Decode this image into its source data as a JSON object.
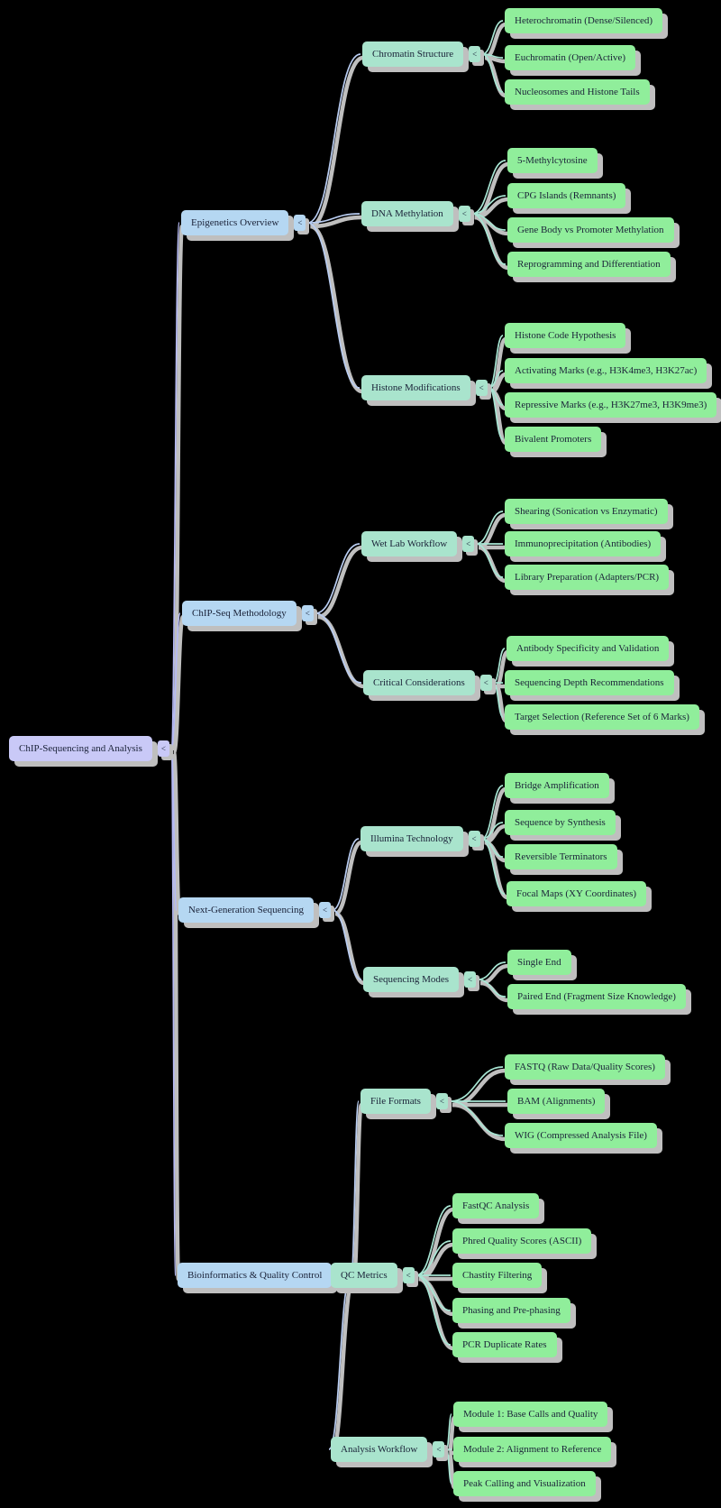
{
  "ui": {
    "collapse_glyph": "<",
    "colors": {
      "background": "#000000",
      "root_fill": "#c9c9f7",
      "branch_fill": "#b5d7f2",
      "subbranch_fill": "#a9e4cd",
      "leaf_fill": "#90ee9b",
      "text": "#1a2238",
      "shadow": "#bfbfbf",
      "edge_root": "#b6baf5",
      "edge_branch": "#b9cdf2",
      "edge_subbranch": "#a8e6d4"
    }
  },
  "mindmap": {
    "root": {
      "label": "ChIP-Sequencing and Analysis",
      "children": [
        {
          "label": "Epigenetics Overview",
          "children": [
            {
              "label": "Chromatin Structure",
              "children": [
                {
                  "label": "Heterochromatin (Dense/Silenced)"
                },
                {
                  "label": "Euchromatin (Open/Active)"
                },
                {
                  "label": "Nucleosomes and Histone Tails"
                }
              ]
            },
            {
              "label": "DNA Methylation",
              "children": [
                {
                  "label": "5-Methylcytosine"
                },
                {
                  "label": "CPG Islands (Remnants)"
                },
                {
                  "label": "Gene Body vs Promoter Methylation"
                },
                {
                  "label": "Reprogramming and Differentiation"
                }
              ]
            },
            {
              "label": "Histone Modifications",
              "children": [
                {
                  "label": "Histone Code Hypothesis"
                },
                {
                  "label": "Activating Marks (e.g., H3K4me3, H3K27ac)"
                },
                {
                  "label": "Repressive Marks (e.g., H3K27me3, H3K9me3)"
                },
                {
                  "label": "Bivalent Promoters"
                }
              ]
            }
          ]
        },
        {
          "label": "ChIP-Seq Methodology",
          "children": [
            {
              "label": "Wet Lab Workflow",
              "children": [
                {
                  "label": "Shearing (Sonication vs Enzymatic)"
                },
                {
                  "label": "Immunoprecipitation (Antibodies)"
                },
                {
                  "label": "Library Preparation (Adapters/PCR)"
                }
              ]
            },
            {
              "label": "Critical Considerations",
              "children": [
                {
                  "label": "Antibody Specificity and Validation"
                },
                {
                  "label": "Sequencing Depth Recommendations"
                },
                {
                  "label": "Target Selection (Reference Set of 6 Marks)"
                }
              ]
            }
          ]
        },
        {
          "label": "Next-Generation Sequencing",
          "children": [
            {
              "label": "Illumina Technology",
              "children": [
                {
                  "label": "Bridge Amplification"
                },
                {
                  "label": "Sequence by Synthesis"
                },
                {
                  "label": "Reversible Terminators"
                },
                {
                  "label": "Focal Maps (XY Coordinates)"
                }
              ]
            },
            {
              "label": "Sequencing Modes",
              "children": [
                {
                  "label": "Single End"
                },
                {
                  "label": "Paired End (Fragment Size Knowledge)"
                }
              ]
            }
          ]
        },
        {
          "label": "Bioinformatics & Quality Control",
          "children": [
            {
              "label": "File Formats",
              "children": [
                {
                  "label": "FASTQ (Raw Data/Quality Scores)"
                },
                {
                  "label": "BAM (Alignments)"
                },
                {
                  "label": "WIG (Compressed Analysis File)"
                }
              ]
            },
            {
              "label": "QC Metrics",
              "children": [
                {
                  "label": "FastQC Analysis"
                },
                {
                  "label": "Phred Quality Scores (ASCII)"
                },
                {
                  "label": "Chastity Filtering"
                },
                {
                  "label": "Phasing and Pre-phasing"
                },
                {
                  "label": "PCR Duplicate Rates"
                }
              ]
            },
            {
              "label": "Analysis Workflow",
              "children": [
                {
                  "label": "Module 1: Base Calls and Quality"
                },
                {
                  "label": "Module 2: Alignment to Reference"
                },
                {
                  "label": "Peak Calling and Visualization"
                }
              ]
            }
          ]
        }
      ]
    }
  }
}
